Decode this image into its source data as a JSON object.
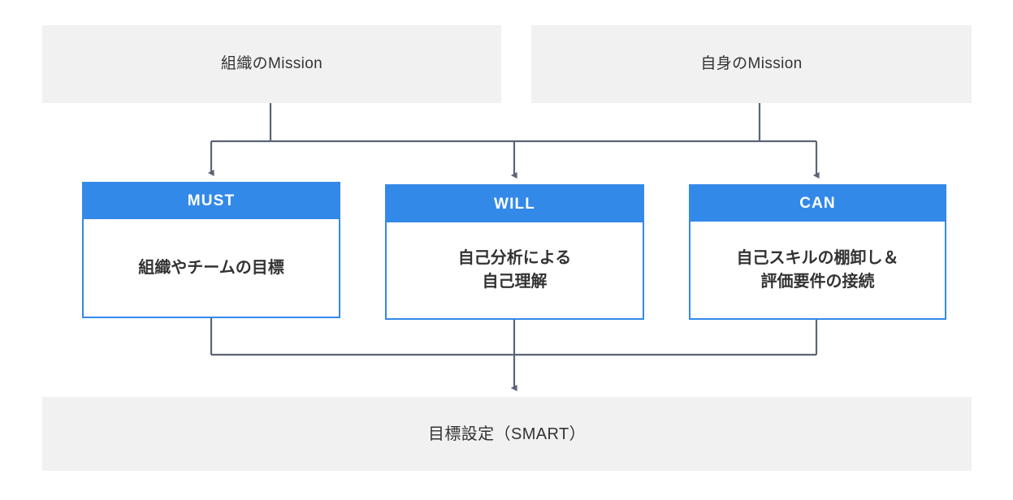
{
  "diagram": {
    "title_boxes": [
      {
        "id": "organization-mission",
        "label": "組織のMission"
      },
      {
        "id": "self-mission",
        "label": "自身のMission"
      }
    ],
    "cards": [
      {
        "id": "must",
        "header": "MUST",
        "body": "組織やチームの目標"
      },
      {
        "id": "will",
        "header": "WILL",
        "body": "自己分析による\n自己理解"
      },
      {
        "id": "can",
        "header": "CAN",
        "body": "自己スキルの棚卸し＆\n評価要件の接続"
      }
    ],
    "result_box": {
      "id": "goal-setting",
      "label": "目標設定（SMART）"
    },
    "colors": {
      "accent_blue": "#3389e8",
      "band_gray": "#f1f1f1",
      "connector": "#5b6575",
      "text_dark": "#333333",
      "header_text": "#ffffff",
      "background": "#ffffff"
    }
  }
}
